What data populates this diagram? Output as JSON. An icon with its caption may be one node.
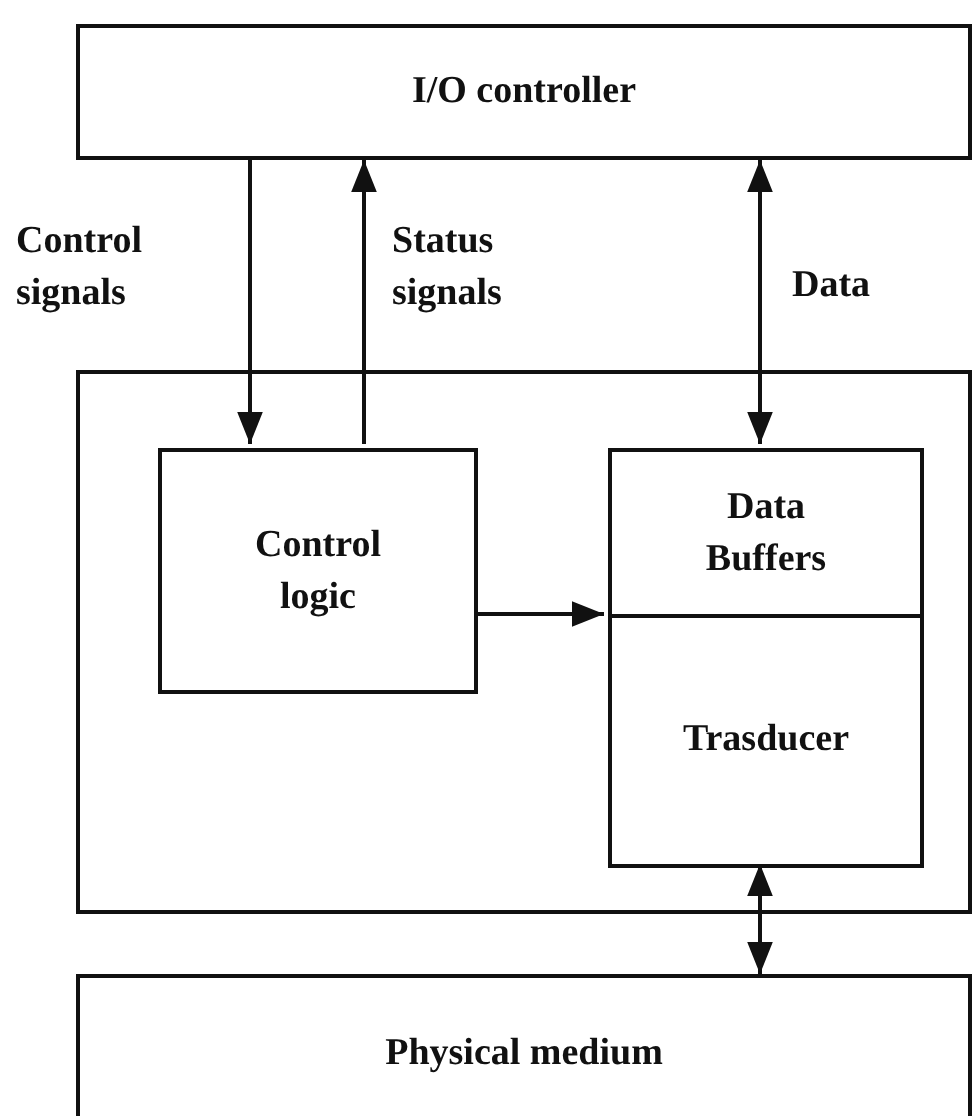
{
  "diagram": {
    "nodes": [
      {
        "text": [
          "I/O controller"
        ]
      },
      {
        "text": [],
        "shape": "box"
      },
      {
        "text": [
          "Control logic"
        ],
        "in": 1
      },
      {
        "text": [
          "Data Buffers"
        ],
        "in": 1
      },
      {
        "text": [
          "Trasducer"
        ],
        "in": 1
      },
      {
        "text": [
          "Physical medium"
        ]
      }
    ],
    "edges": [
      {
        "from": 0,
        "to": 2,
        "arrow": "to",
        "label": "Control signals"
      },
      {
        "from": 2,
        "to": 0,
        "arrow": "to",
        "label": "Status signals"
      },
      {
        "from": 0,
        "to": 3,
        "arrow": "both",
        "label": "Data"
      },
      {
        "from": 2,
        "to": 3,
        "arrow": "to"
      },
      {
        "from": 4,
        "to": 5,
        "arrow": "both"
      }
    ]
  }
}
